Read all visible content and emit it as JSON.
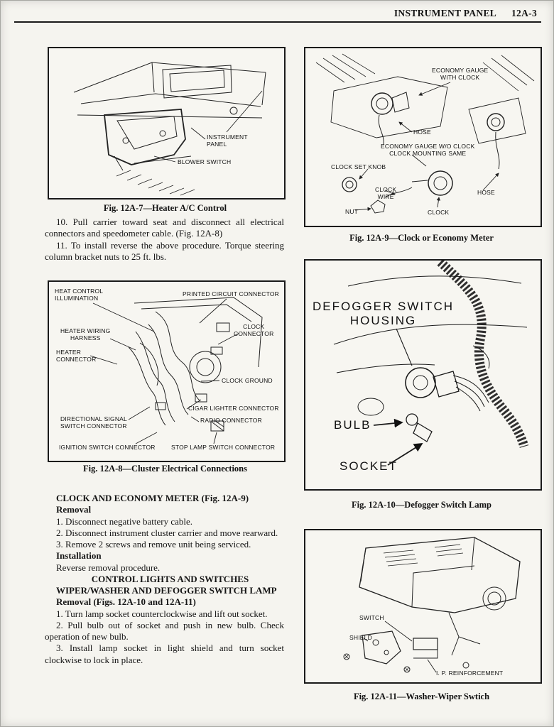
{
  "header": {
    "title": "INSTRUMENT PANEL",
    "page": "12A-3"
  },
  "fig7": {
    "caption": "Fig. 12A-7—Heater A/C Control",
    "labels": {
      "instrument_panel": "INSTRUMENT\nPANEL",
      "blower_switch": "BLOWER SWITCH"
    }
  },
  "text": {
    "para10": "10. Pull carrier toward seat and disconnect all electrical connectors and speedometer cable. (Fig. 12A-8)",
    "para11": "11. To install reverse the above procedure. Torque steering column bracket nuts to 25 ft. lbs."
  },
  "fig8": {
    "caption": "Fig. 12A-8—Cluster Electrical Connections",
    "labels": {
      "heat_control": "HEAT CONTROL\nILLUMINATION",
      "printed_circuit": "PRINTED CIRCUIT CONNECTOR",
      "heater_wiring": "HEATER WIRING\nHARNESS",
      "clock_connector": "CLOCK\nCONNECTOR",
      "heater_connector": "HEATER\nCONNECTOR",
      "clock_ground": "CLOCK GROUND",
      "cigar_lighter": "CIGAR LIGHTER CONNECTOR",
      "directional": "DIRECTIONAL SIGNAL\nSWITCH CONNECTOR",
      "radio": "RADIO CONNECTOR",
      "ignition": "IGNITION SWITCH CONNECTOR",
      "stop_lamp": "STOP LAMP SWITCH CONNECTOR"
    }
  },
  "sections": {
    "clock_heading": "CLOCK AND ECONOMY METER (Fig. 12A-9)",
    "removal_heading": "Removal",
    "removal_steps": [
      "1. Disconnect negative battery cable.",
      "2. Disconnect instrument cluster carrier and move rearward.",
      "3. Remove 2 screws and remove unit being serviced."
    ],
    "installation_heading": "Installation",
    "installation_text": "Reverse removal procedure.",
    "control_lights_heading": "CONTROL LIGHTS AND SWITCHES",
    "wiper_heading": "WIPER/WASHER AND DEFOGGER SWITCH LAMP",
    "wiper_removal_heading": "Removal (Figs. 12A-10 and 12A-11)",
    "wiper_steps": [
      "1. Turn lamp socket counterclockwise and lift out socket.",
      "2. Pull bulb out of socket and push in new bulb. Check operation of new bulb.",
      "3. Install lamp socket in light shield and turn socket clockwise to lock in place."
    ]
  },
  "fig9": {
    "caption": "Fig. 12A-9—Clock or Economy Meter",
    "labels": {
      "economy_with": "ECONOMY GAUGE\nWITH CLOCK",
      "hose1": "HOSE",
      "economy_wo": "ECONOMY GAUGE W/O CLOCK\nCLOCK MOUNTING SAME",
      "clock_set_knob": "CLOCK SET KNOB",
      "clock_wire": "CLOCK\nWIRE",
      "nut": "NUT",
      "clock": "CLOCK",
      "hose2": "HOSE"
    }
  },
  "fig10": {
    "caption": "Fig. 12A-10—Defogger Switch Lamp",
    "labels": {
      "housing": "DEFOGGER SWITCH\nHOUSING",
      "bulb": "BULB",
      "socket": "SOCKET"
    }
  },
  "fig11": {
    "caption": "Fig. 12A-11—Washer-Wiper Swtich",
    "labels": {
      "switch": "SWITCH",
      "shield": "SHIELD",
      "ip": "I. P.  REINFORCEMENT"
    }
  }
}
